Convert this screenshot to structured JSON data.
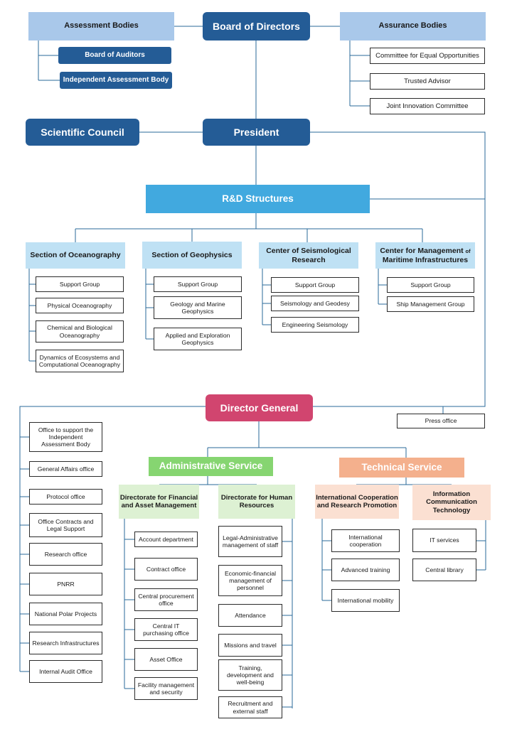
{
  "top": {
    "board": "Board of Directors",
    "assessment": "Assessment Bodies",
    "assurance": "Assurance Bodies",
    "auditors": "Board of Auditors",
    "independent": "Independent Assessment Body",
    "equal": "Committee for Equal Opportunities",
    "trusted": "Trusted Advisor",
    "innovation": "Joint Innovation Committee",
    "scientific": "Scientific Council",
    "president": "President"
  },
  "rd": {
    "title": "R&D Structures",
    "sections": [
      {
        "title": "Section of Oceanography",
        "items": [
          "Support Group",
          "Physical Oceanography",
          "Chemical and Biological Oceanography",
          "Dynamics of Ecosystems and Computational Oceanography"
        ]
      },
      {
        "title": "Section of Geophysics",
        "items": [
          "Support Group",
          "Geology and Marine Geophysics",
          "Applied and Exploration Geophysics"
        ]
      },
      {
        "title": "Center of Seismological Research",
        "items": [
          "Support Group",
          "Seismology and Geodesy",
          "Engineering Seismology"
        ]
      },
      {
        "title": "Center for Management of Maritime Infrastructures",
        "title_main": "Center for Management",
        "title_small": "of",
        "title_line2": "Maritime Infrastructures",
        "items": [
          "Support Group",
          "Ship Management Group"
        ]
      }
    ]
  },
  "dg": {
    "title": "Director General",
    "press": "Press office",
    "offices": [
      "Office to support the Independent Assessment Body",
      "General Affairs office",
      "Protocol office",
      "Office Contracts and Legal Support",
      "Research office",
      "PNRR",
      "National Polar Projects",
      "Research Infrastructures",
      "Internal Audit Office"
    ]
  },
  "admin": {
    "title": "Administrative Service",
    "finance": {
      "title": "Directorate for Financial and Asset Management",
      "items": [
        "Account department",
        "Contract office",
        "Central procurement office",
        "Central IT purchasing office",
        "Asset Office",
        "Facility management and security"
      ]
    },
    "hr": {
      "title": "Directorate for Human Resources",
      "items": [
        "Legal-Administrative management of staff",
        "Economic-financial management of personnel",
        "Attendance",
        "Missions and travel",
        "Training, development and well-being",
        "Recruitment and external staff"
      ]
    }
  },
  "tech": {
    "title": "Technical Service",
    "intl": {
      "title": "International Cooperation and Research Promotion",
      "items": [
        "International cooperation",
        "Advanced training",
        "International mobility"
      ]
    },
    "ict": {
      "title": "Information Communication Technology",
      "items": [
        "IT services",
        "Central library"
      ]
    }
  }
}
